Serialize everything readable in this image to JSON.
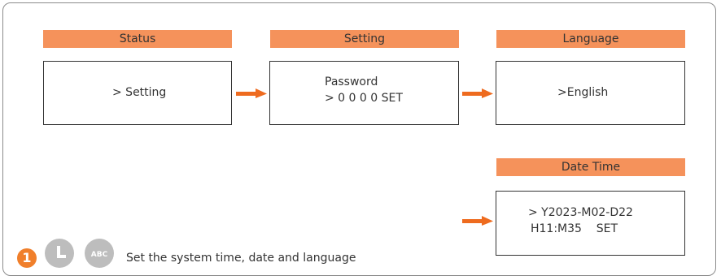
{
  "panels": [
    {
      "header": "Status",
      "lines": [
        "> Setting"
      ]
    },
    {
      "header": "Setting",
      "lines": [
        "Password",
        "> 0 0 0 0 SET"
      ]
    },
    {
      "header": "Language",
      "lines": [
        ">English"
      ]
    },
    {
      "header": "Date Time",
      "lines": [
        "> Y2023-M02-D22",
        "H11:M35    SET"
      ]
    }
  ],
  "footer": {
    "step_number": "1",
    "icons": [
      "clock-icon",
      "abc-icon"
    ],
    "abc_label": "ABC",
    "caption": "Set the system time, date and language"
  },
  "colors": {
    "header_fill": "#f5925b",
    "arrow": "#ee6b1f",
    "badge": "#f07f2b",
    "icon_gray": "#bdbdbd",
    "border": "#333333"
  }
}
